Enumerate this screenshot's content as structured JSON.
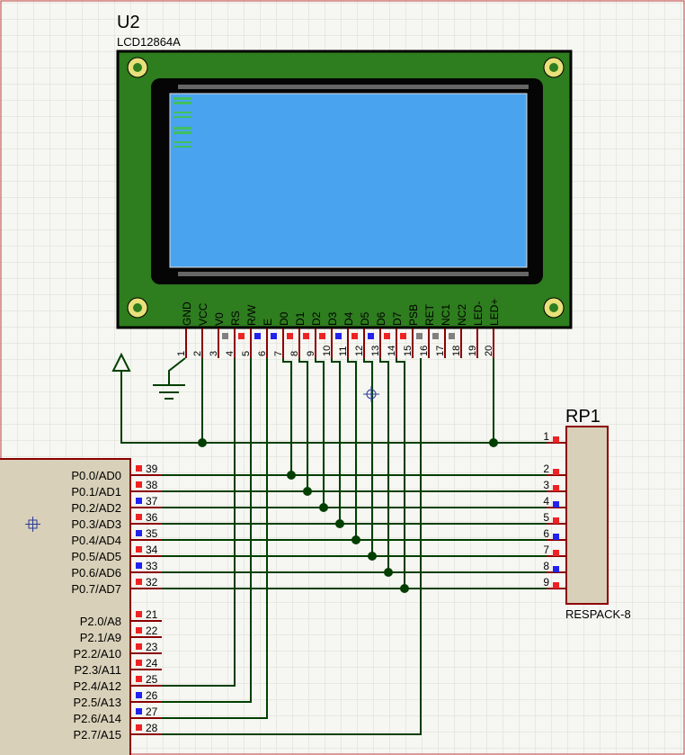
{
  "lcd": {
    "ref": "U2",
    "part": "LCD12864A",
    "screen_color": "#4aa3ef",
    "board_color": "#2e7d1e",
    "pins": [
      {
        "num": "1",
        "name": "GND",
        "state": "none"
      },
      {
        "num": "2",
        "name": "VCC",
        "state": "none"
      },
      {
        "num": "3",
        "name": "V0",
        "state": "gray"
      },
      {
        "num": "4",
        "name": "RS",
        "state": "red"
      },
      {
        "num": "5",
        "name": "R/W",
        "state": "blue"
      },
      {
        "num": "6",
        "name": "E",
        "state": "blue"
      },
      {
        "num": "7",
        "name": "D0",
        "state": "red"
      },
      {
        "num": "8",
        "name": "D1",
        "state": "red"
      },
      {
        "num": "9",
        "name": "D2",
        "state": "red"
      },
      {
        "num": "10",
        "name": "D3",
        "state": "blue"
      },
      {
        "num": "11",
        "name": "D4",
        "state": "red"
      },
      {
        "num": "12",
        "name": "D5",
        "state": "blue"
      },
      {
        "num": "13",
        "name": "D6",
        "state": "red"
      },
      {
        "num": "14",
        "name": "D7",
        "state": "red"
      },
      {
        "num": "15",
        "name": "PSB",
        "state": "gray"
      },
      {
        "num": "16",
        "name": "RET",
        "state": "gray"
      },
      {
        "num": "17",
        "name": "NC1",
        "state": "gray"
      },
      {
        "num": "18",
        "name": "NC2",
        "state": "none"
      },
      {
        "num": "19",
        "name": "LED-",
        "state": "none"
      },
      {
        "num": "20",
        "name": "LED+",
        "state": "none"
      }
    ]
  },
  "rp": {
    "ref": "RP1",
    "part": "RESPACK-8",
    "pins": [
      {
        "num": "1",
        "state": "red"
      },
      {
        "num": "2",
        "state": "red"
      },
      {
        "num": "3",
        "state": "red"
      },
      {
        "num": "4",
        "state": "blue"
      },
      {
        "num": "5",
        "state": "red"
      },
      {
        "num": "6",
        "state": "blue"
      },
      {
        "num": "7",
        "state": "red"
      },
      {
        "num": "8",
        "state": "blue"
      },
      {
        "num": "9",
        "state": "red"
      }
    ]
  },
  "mcu": {
    "pins": [
      {
        "num": "39",
        "name": "P0.0/AD0",
        "state": "red"
      },
      {
        "num": "38",
        "name": "P0.1/AD1",
        "state": "red"
      },
      {
        "num": "37",
        "name": "P0.2/AD2",
        "state": "blue"
      },
      {
        "num": "36",
        "name": "P0.3/AD3",
        "state": "red"
      },
      {
        "num": "35",
        "name": "P0.4/AD4",
        "state": "blue"
      },
      {
        "num": "34",
        "name": "P0.5/AD5",
        "state": "red"
      },
      {
        "num": "33",
        "name": "P0.6/AD6",
        "state": "blue"
      },
      {
        "num": "32",
        "name": "P0.7/AD7",
        "state": "red"
      },
      {
        "num": "21",
        "name": "P2.0/A8",
        "state": "red"
      },
      {
        "num": "22",
        "name": "P2.1/A9",
        "state": "red"
      },
      {
        "num": "23",
        "name": "P2.2/A10",
        "state": "red"
      },
      {
        "num": "24",
        "name": "P2.3/A11",
        "state": "red"
      },
      {
        "num": "25",
        "name": "P2.4/A12",
        "state": "red"
      },
      {
        "num": "26",
        "name": "P2.5/A13",
        "state": "blue"
      },
      {
        "num": "27",
        "name": "P2.6/A14",
        "state": "blue"
      },
      {
        "num": "28",
        "name": "P2.7/A15",
        "state": "red"
      }
    ]
  },
  "colors": {
    "wire": "#003f00",
    "pin": "#8b0000",
    "label": "#000080",
    "state_red": "#ee2222",
    "state_blue": "#2222ee",
    "state_gray": "#808080",
    "grid": "#dcdcd4",
    "component_fill": "#d8d0b8"
  }
}
